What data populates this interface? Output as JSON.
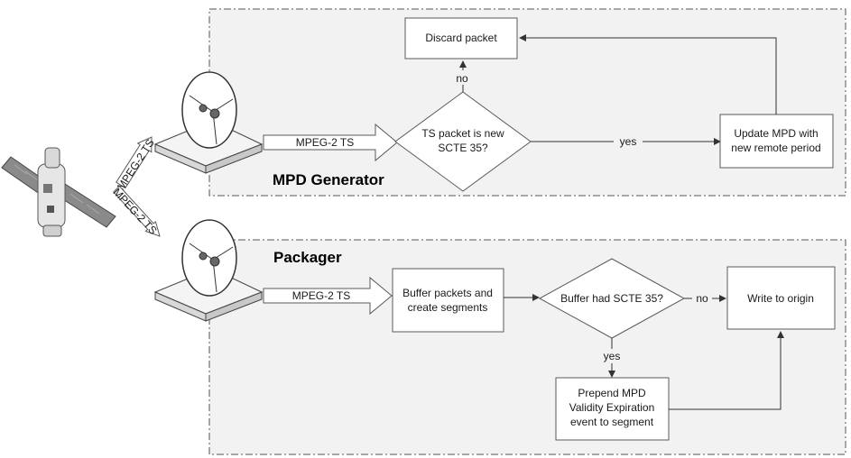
{
  "regions": {
    "mpd_generator": {
      "title": "MPD Generator"
    },
    "packager": {
      "title": "Packager"
    }
  },
  "feeds": {
    "sat_to_top": "MPEG-2 TS",
    "sat_to_bottom": "MPEG-2 TS",
    "top_dish_out": "MPEG-2 TS",
    "bottom_dish_out": "MPEG-2 TS"
  },
  "mpd": {
    "discard": "Discard packet",
    "decision_line1": "TS packet is new",
    "decision_line2": "SCTE 35?",
    "no_label": "no",
    "yes_label": "yes",
    "update_line1": "Update MPD with",
    "update_line2": "new remote period"
  },
  "pkg": {
    "buffer_line1": "Buffer packets and",
    "buffer_line2": "create segments",
    "decision": "Buffer had SCTE 35?",
    "no_label": "no",
    "yes_label": "yes",
    "write": "Write to origin",
    "prepend_line1": "Prepend MPD",
    "prepend_line2": "Validity Expiration",
    "prepend_line3": "event to segment"
  },
  "icons": [
    "satellite-icon",
    "satellite-dish-icon"
  ],
  "colors": {
    "region_fill": "#f2f2f2",
    "stroke": "#5a5a5a",
    "text": "#1a1a1a"
  }
}
